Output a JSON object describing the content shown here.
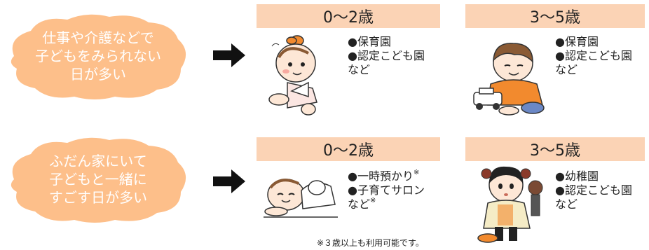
{
  "situations": [
    {
      "lines": [
        "仕事や介護などで",
        "子どもをみられない",
        "日が多い"
      ]
    },
    {
      "lines": [
        "ふだん家にいて",
        "子どもと一緒に",
        "すごす日が多い"
      ]
    }
  ],
  "groups": [
    {
      "age": "0～2歳",
      "items": [
        {
          "text": "●保育園",
          "mark": ""
        },
        {
          "text": "●認定こども園",
          "mark": ""
        },
        {
          "text": "など",
          "mark": ""
        }
      ]
    },
    {
      "age": "3～5歳",
      "items": [
        {
          "text": "●保育園",
          "mark": ""
        },
        {
          "text": "●認定こども園",
          "mark": ""
        },
        {
          "text": "など",
          "mark": ""
        }
      ]
    },
    {
      "age": "0～2歳",
      "items": [
        {
          "text": "●一時預かり",
          "mark": "※"
        },
        {
          "text": "●子育てサロン",
          "mark": ""
        },
        {
          "text": "など",
          "mark": "※"
        }
      ]
    },
    {
      "age": "3～5歳",
      "items": [
        {
          "text": "●幼稚園",
          "mark": ""
        },
        {
          "text": "●認定こども園",
          "mark": ""
        },
        {
          "text": "など",
          "mark": ""
        }
      ]
    }
  ],
  "footnote": "※３歳以上も利用可能です。",
  "colors": {
    "cloud": "#fdbf8a",
    "age_box": "#fbd3b5",
    "arrow": "#111111",
    "shirt": "#f28a2e"
  },
  "icons": [
    "right-arrow-icon",
    "crawling-baby-icon",
    "boy-playing-car-icon",
    "lying-baby-icon",
    "girl-with-doll-icon"
  ]
}
